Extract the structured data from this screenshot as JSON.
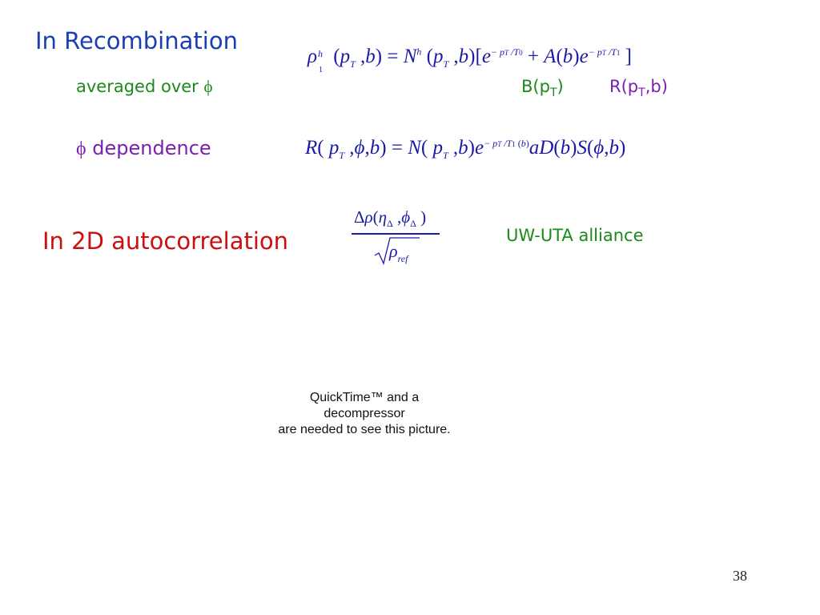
{
  "slide": {
    "title": "In Recombination",
    "averaged_text": "averaged over ",
    "phi_symbol": "ϕ",
    "b_pt": {
      "pre": "B(p",
      "sub": "T",
      "post": ")"
    },
    "r_pt": {
      "pre": "R(p",
      "sub": "T",
      "post": ",b)"
    },
    "dependence_text": "dependence",
    "autocorr_heading": "In 2D autocorrelation",
    "alliance": "UW-UTA alliance",
    "quicktime_line1": "QuickTime™ and a",
    "quicktime_line2": "decompressor",
    "quicktime_line3": "are needed to see this picture.",
    "page_number": "38"
  },
  "colors": {
    "title": "#1a3fb0",
    "math": "#1a1aa6",
    "green": "#1a8a1a",
    "purple": "#7a1fb0",
    "red": "#cc0f0f"
  }
}
